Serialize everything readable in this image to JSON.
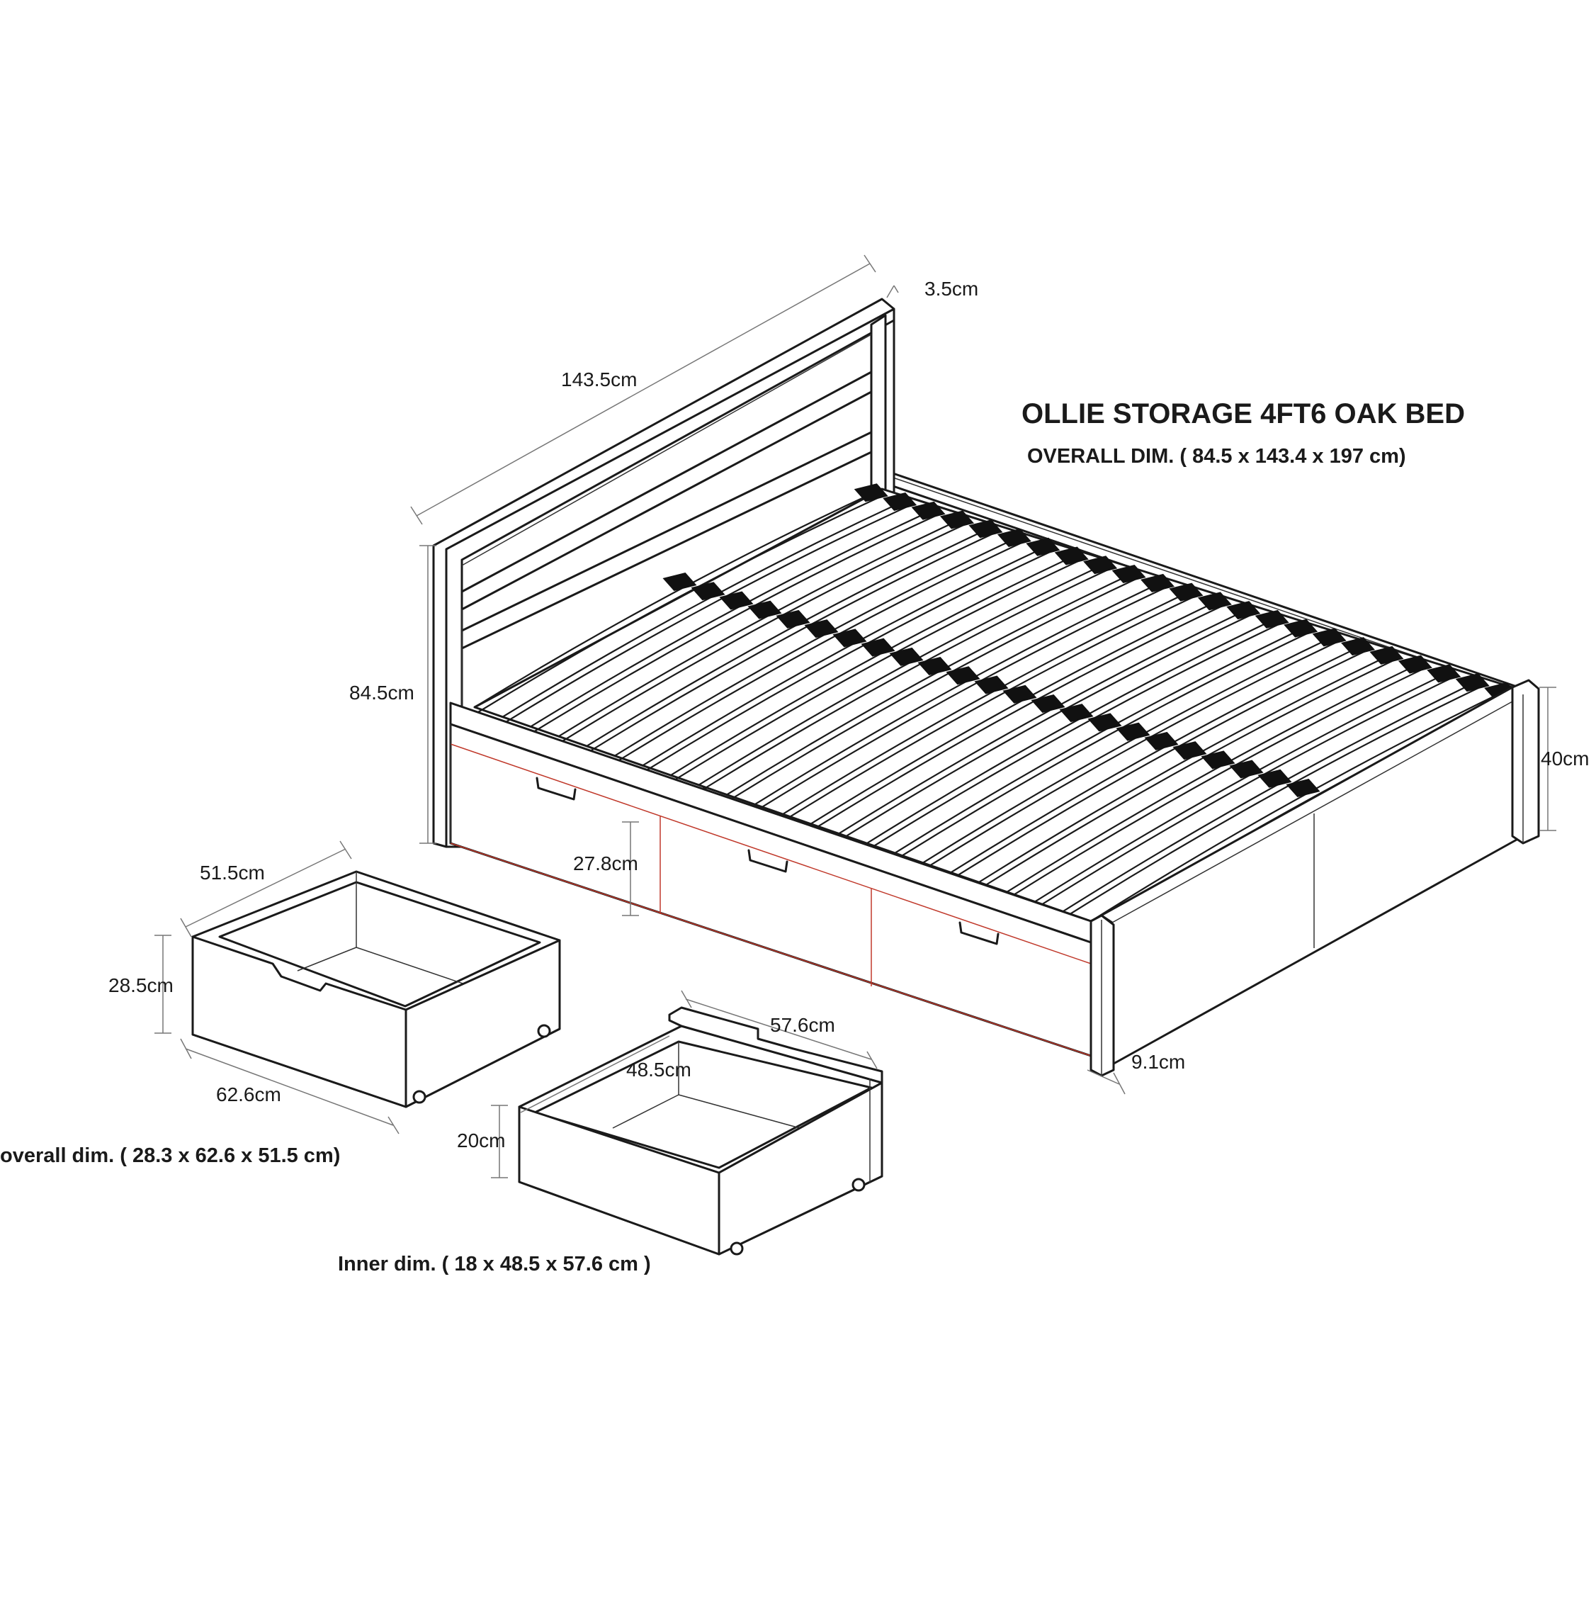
{
  "product": {
    "title": "OLLIE STORAGE 4FT6 OAK BED",
    "overall_dim": "OVERALL DIM. ( 84.5 x 143.4 x 197 cm)"
  },
  "bed_dimensions": {
    "headboard_width": "143.5cm",
    "headboard_thickness": "3.5cm",
    "headboard_height": "84.5cm",
    "footboard_height": "40cm",
    "drawer_height": "27.8cm",
    "leg_width": "9.1cm"
  },
  "drawer_outer": {
    "depth": "51.5cm",
    "height": "28.5cm",
    "width": "62.6cm",
    "caption": "overall dim. ( 28.3 x 62.6 x 51.5 cm)"
  },
  "drawer_inner": {
    "width": "57.6cm",
    "depth": "48.5cm",
    "height": "20cm",
    "caption": "Inner dim. ( 18 x 48.5 x 57.6 cm )"
  }
}
